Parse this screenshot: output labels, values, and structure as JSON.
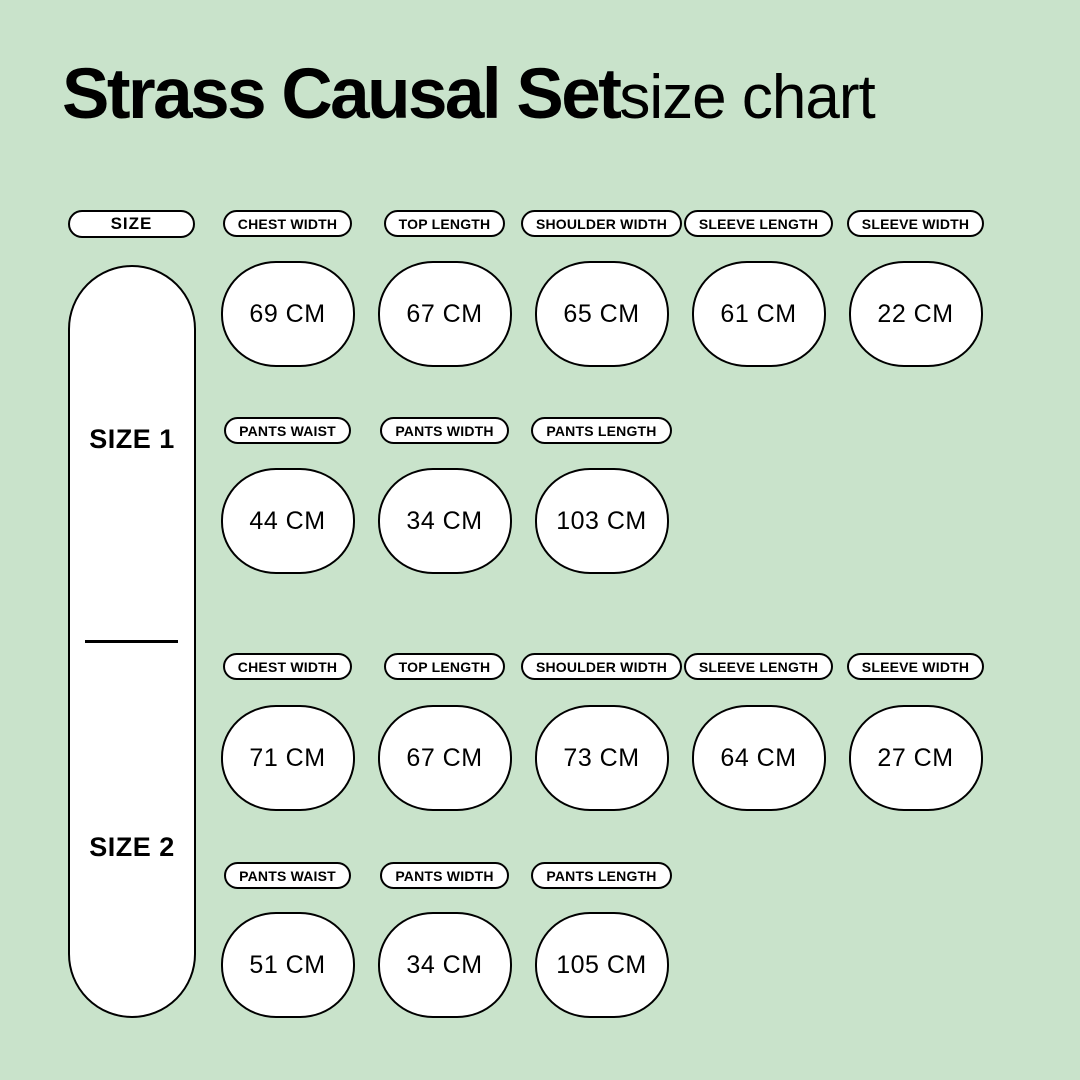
{
  "colors": {
    "background": "#c9e3cb",
    "card": "#ffffff",
    "outline": "#000000",
    "text": "#000000"
  },
  "title": {
    "brand": "Strass Causal Set",
    "suffix": "size chart"
  },
  "size_column": {
    "header": "SIZE",
    "size1": "SIZE 1",
    "size2": "SIZE 2"
  },
  "size1": {
    "top": {
      "headers": [
        "CHEST WIDTH",
        "TOP LENGTH",
        "SHOULDER WIDTH",
        "SLEEVE LENGTH",
        "SLEEVE WIDTH"
      ],
      "values": [
        "69 CM",
        "67 CM",
        "65 CM",
        "61 CM",
        "22 CM"
      ]
    },
    "pants": {
      "headers": [
        "PANTS WAIST",
        "PANTS WIDTH",
        "PANTS LENGTH"
      ],
      "values": [
        "44 CM",
        "34 CM",
        "103 CM"
      ]
    }
  },
  "size2": {
    "top": {
      "headers": [
        "CHEST WIDTH",
        "TOP LENGTH",
        "SHOULDER WIDTH",
        "SLEEVE LENGTH",
        "SLEEVE WIDTH"
      ],
      "values": [
        "71 CM",
        "67 CM",
        "73 CM",
        "64 CM",
        "27 CM"
      ]
    },
    "pants": {
      "headers": [
        "PANTS WAIST",
        "PANTS WIDTH",
        "PANTS LENGTH"
      ],
      "values": [
        "51 CM",
        "34 CM",
        "105 CM"
      ]
    }
  },
  "chart_data": {
    "type": "table",
    "title": "Strass Causal Set size chart",
    "columns": [
      "SIZE",
      "CHEST WIDTH",
      "TOP LENGTH",
      "SHOULDER WIDTH",
      "SLEEVE LENGTH",
      "SLEEVE WIDTH",
      "PANTS WAIST",
      "PANTS WIDTH",
      "PANTS LENGTH"
    ],
    "rows": [
      [
        "SIZE 1",
        "69 CM",
        "67 CM",
        "65 CM",
        "61 CM",
        "22 CM",
        "44 CM",
        "34 CM",
        "103 CM"
      ],
      [
        "SIZE 2",
        "71 CM",
        "67 CM",
        "73 CM",
        "64 CM",
        "27 CM",
        "51 CM",
        "34 CM",
        "105 CM"
      ]
    ]
  }
}
